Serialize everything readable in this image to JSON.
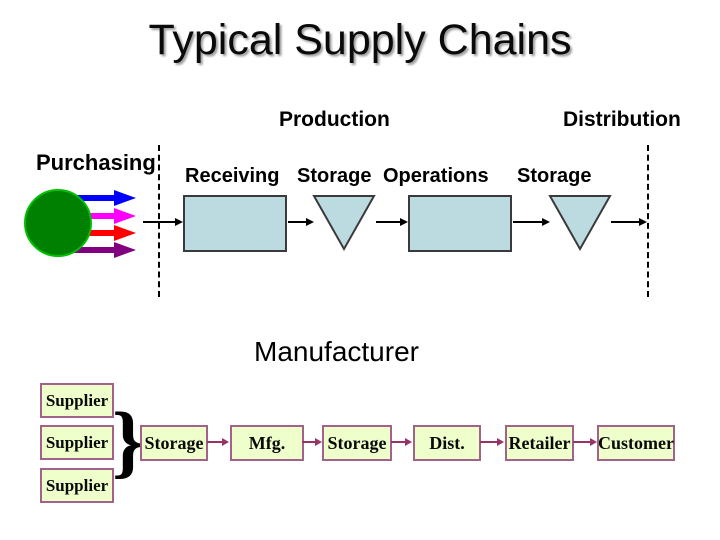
{
  "slide_title": "Typical Supply Chains",
  "stage_labels": {
    "purchasing": "Purchasing",
    "production": "Production",
    "distribution": "Distribution"
  },
  "flow_steps": [
    "Receiving",
    "Storage",
    "Operations",
    "Storage"
  ],
  "manufacturer_label": "Manufacturer",
  "supplier_boxes": [
    "Supplier",
    "Supplier",
    "Supplier"
  ],
  "brace_glyph": "}",
  "chain_boxes": [
    "Storage",
    "Mfg.",
    "Storage",
    "Dist.",
    "Retailer",
    "Customer"
  ],
  "colors": {
    "flow_shape_fill": "#bcdbe0",
    "flow_shape_border": "#3a3a3a",
    "chain_box_fill": "#eeffcc",
    "chain_box_border": "#a2638b",
    "chain_arrow": "#993366",
    "flow_arrow": "#000000",
    "circle_fill": "#008000",
    "circle_border": "#00c000",
    "purchase_arrow_blue": "#0000ff",
    "purchase_arrow_magenta": "#ff00ff",
    "purchase_arrow_red": "#ff0000",
    "purchase_arrow_purple": "#800080"
  }
}
